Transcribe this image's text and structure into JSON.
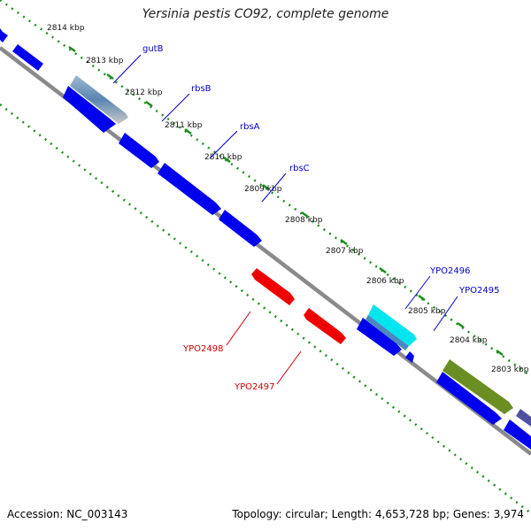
{
  "title": "Yersinia pestis CO92, complete genome",
  "footer": {
    "accession": "Accession: NC_003143",
    "summary": "Topology: circular; Length: 4,653,728 bp; Genes: 3,974"
  },
  "colors": {
    "backbone": "#8a8a8a",
    "ruler": "#1f8a1f",
    "forward_strand": "#0000ee",
    "reverse_strand": "#ee0000",
    "highlight_cyan": "#00e5ee",
    "highlight_olive": "#6b8e23",
    "highlight_steel": "#5a86b0",
    "forward_label": "#0000cc",
    "reverse_label": "#cc0000"
  },
  "kbp_ticks": [
    "2814 kbp",
    "2813 kbp",
    "2812 kbp",
    "2811 kbp",
    "2810 kbp",
    "2809 kbp",
    "2808 kbp",
    "2807 kbp",
    "2806 kbp",
    "2805 kbp",
    "2804 kbp",
    "2803 kbp"
  ],
  "gene_labels": {
    "forward": [
      "gutB",
      "rbsB",
      "rbsA",
      "rbsC",
      "YPO2496",
      "YPO2495"
    ],
    "reverse": [
      "YPO2498",
      "YPO2497"
    ]
  }
}
